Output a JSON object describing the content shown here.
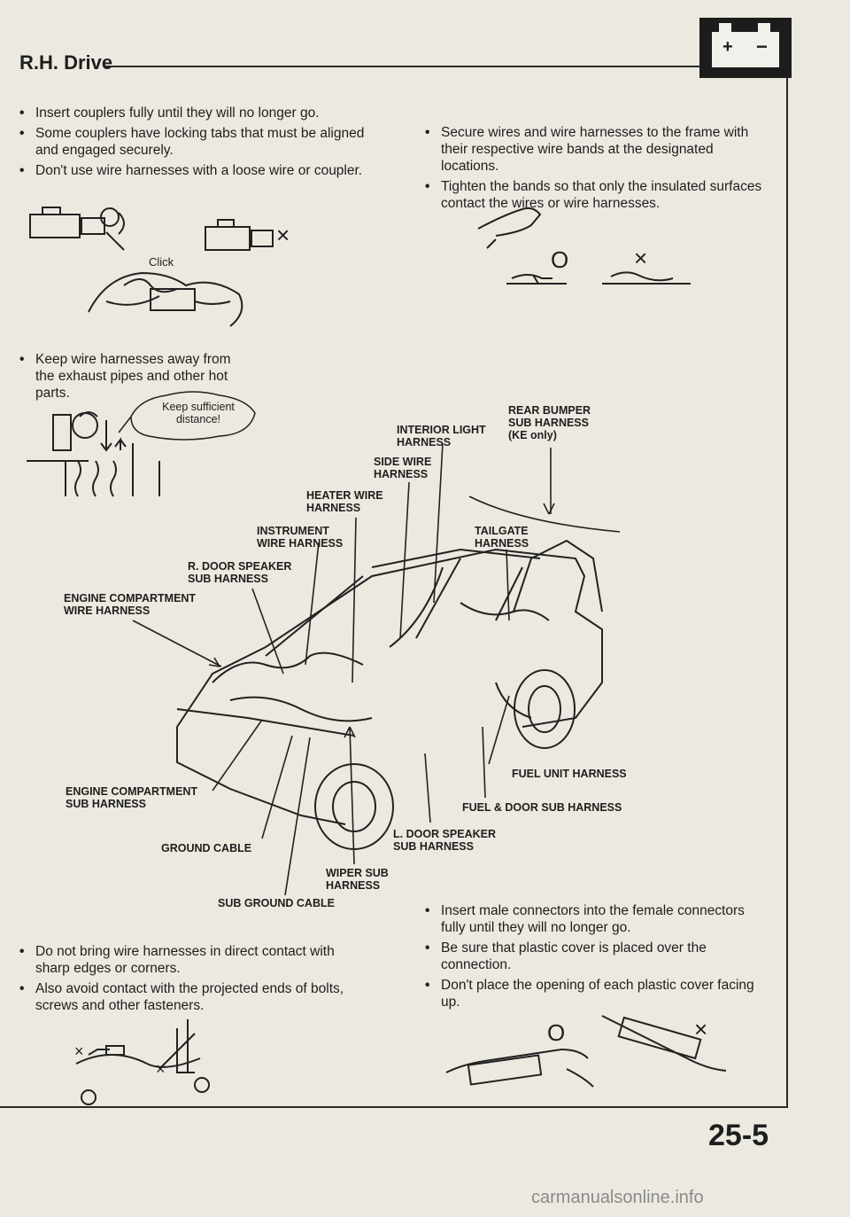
{
  "header": {
    "title": "R.H. Drive"
  },
  "left_top_bullets": [
    "Insert couplers fully until they will no longer go.",
    "Some couplers have locking tabs that must be aligned and engaged securely.",
    "Don't use wire harnesses with a loose wire or coupler."
  ],
  "right_top_bullets": [
    "Secure wires and wire harnesses to the frame with their respective wire bands at the designated locations.",
    "Tighten the bands so that only the insulated surfaces contact the wires or wire harnesses."
  ],
  "exhaust_bullet": "Keep wire harnesses away from the exhaust pipes and other hot parts.",
  "callout": "Keep sufficient distance!",
  "click_label": "Click",
  "marks": {
    "ok": "O",
    "ng": "×"
  },
  "harness_labels": {
    "rear_bumper": "REAR BUMPER\nSUB HARNESS\n(KE only)",
    "interior_light": "INTERIOR LIGHT\nHARNESS",
    "side_wire": "SIDE WIRE\nHARNESS",
    "heater_wire": "HEATER WIRE\nHARNESS",
    "tailgate": "TAILGATE\nHARNESS",
    "instrument": "INSTRUMENT\nWIRE HARNESS",
    "r_door_speaker": "R. DOOR SPEAKER\nSUB HARNESS",
    "engine_comp_wire": "ENGINE COMPARTMENT\nWIRE HARNESS",
    "fuel_unit": "FUEL UNIT HARNESS",
    "engine_comp_sub": "ENGINE COMPARTMENT\nSUB HARNESS",
    "fuel_door_sub": "FUEL & DOOR SUB HARNESS",
    "l_door_speaker": "L. DOOR SPEAKER\nSUB HARNESS",
    "ground_cable": "GROUND CABLE",
    "wiper_sub": "WIPER SUB\nHARNESS",
    "sub_ground": "SUB GROUND CABLE"
  },
  "bottom_left_bullets": [
    "Do not bring wire harnesses in direct contact with sharp edges or corners.",
    "Also avoid contact with the projected ends of bolts, screws and other fasteners."
  ],
  "bottom_right_bullets": [
    "Insert male connectors into the female connectors fully until they will no longer go.",
    "Be sure that plastic cover is placed over the connection.",
    "Don't place the opening of each plastic cover facing up."
  ],
  "page_number": "25-5",
  "watermark": "carmanualsonline.info"
}
